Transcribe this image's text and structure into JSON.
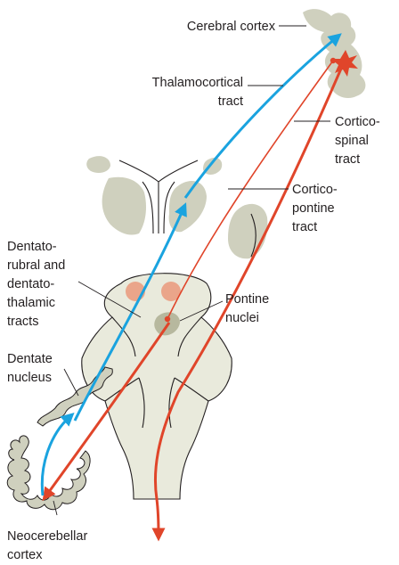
{
  "labels": {
    "cerebral_cortex": "Cerebral cortex",
    "thalamocortical_1": "Thalamocortical",
    "thalamocortical_2": "tract",
    "corticospinal_1": "Cortico-",
    "corticospinal_2": "spinal",
    "corticospinal_3": "tract",
    "corticopontine_1": "Cortico-",
    "corticopontine_2": "pontine",
    "corticopontine_3": "tract",
    "dentato_1": "Dentato-",
    "dentato_2": "rubral and",
    "dentato_3": "dentato-",
    "dentato_4": "thalamic",
    "dentato_5": "tracts",
    "pontine_1": "Pontine",
    "pontine_2": "nuclei",
    "dentate_1": "Dentate",
    "dentate_2": "nucleus",
    "neocerebellar_1": "Neocerebellar",
    "neocerebellar_2": "cortex"
  },
  "colors": {
    "afferent_tract": "#e0452a",
    "efferent_tract": "#1aa3df",
    "tissue": "#cfd0be",
    "nucleus": "#eaa58a"
  }
}
